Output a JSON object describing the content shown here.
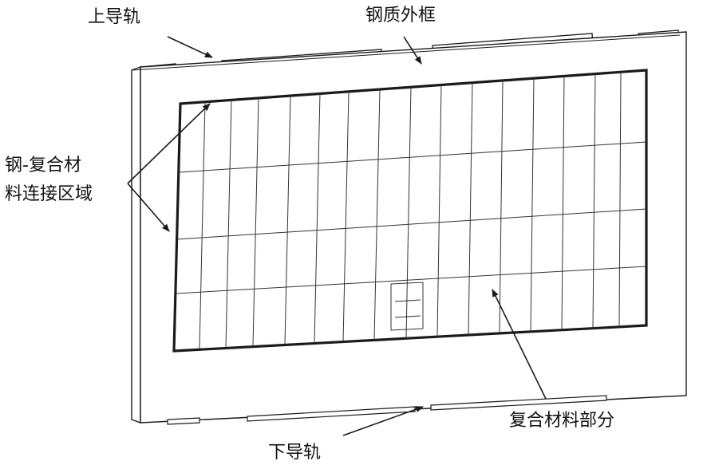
{
  "labels": {
    "top_rail": "上导轨",
    "steel_frame": "钢质外框",
    "connection_region_line1": "钢-复合材",
    "connection_region_line2": "料连接区域",
    "composite_part": "复合材料部分",
    "bottom_rail": "下导轨"
  },
  "colors": {
    "stroke": "#1a1a1a",
    "thin_line": "#333333",
    "background": "#ffffff",
    "text": "#111111"
  }
}
